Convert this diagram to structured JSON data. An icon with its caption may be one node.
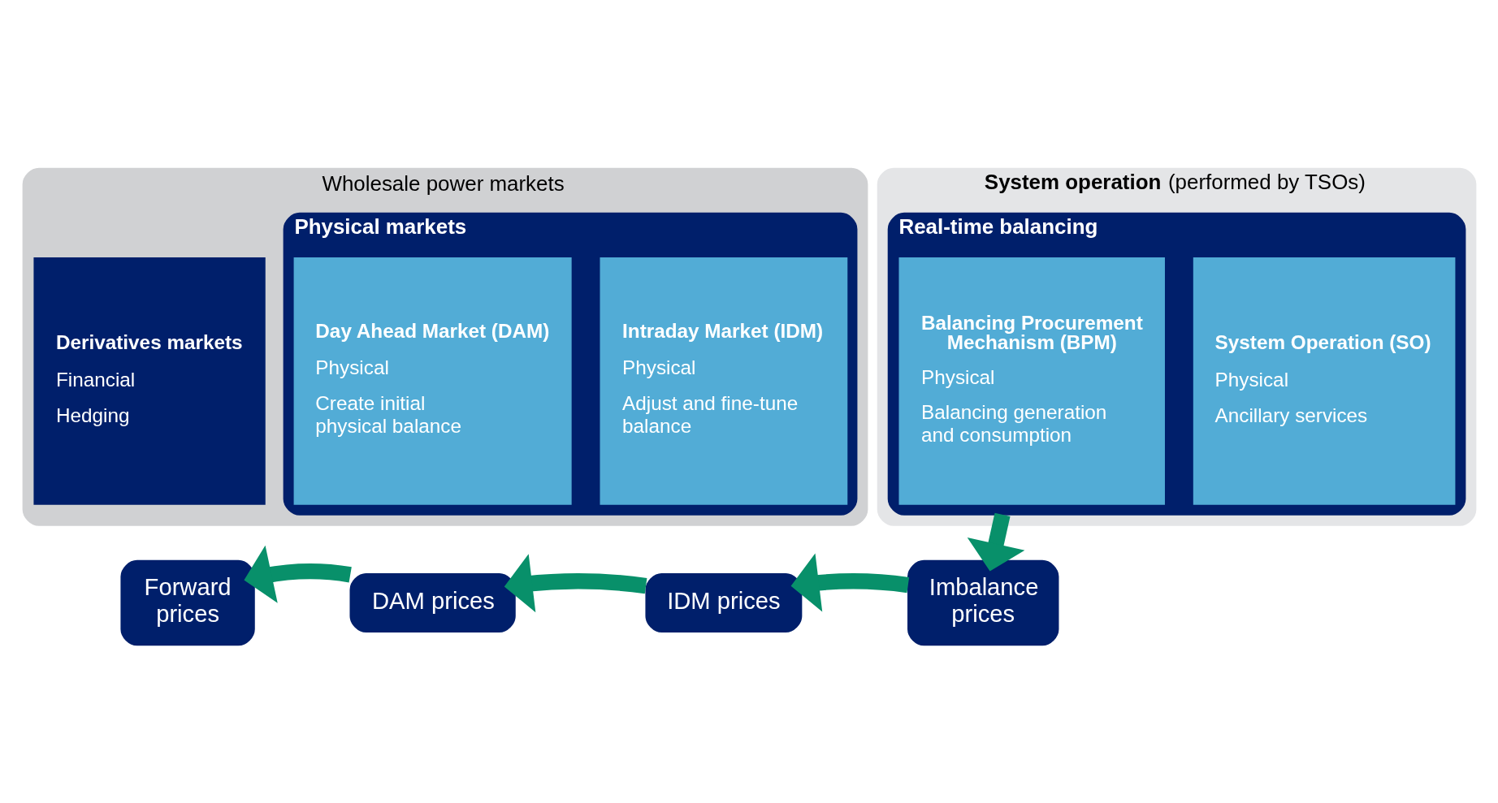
{
  "diagram": {
    "nodes": [
      {
        "text": [
          "Wholesale power markets"
        ]
      },
      {
        "text": [
          "Derivatives markets",
          "Financial",
          "Hedging"
        ],
        "in": 0
      },
      {
        "text": [
          "Physical markets"
        ],
        "in": 0
      },
      {
        "text": [
          "Day Ahead Market (DAM)",
          "Physical",
          "Create initial physical balance"
        ],
        "in": 2
      },
      {
        "text": [
          "Intraday Market (IDM)",
          "Physical",
          "Adjust and fine-tune balance"
        ],
        "in": 2
      },
      {
        "text": [
          "**System operation** (performed by TSOs)"
        ]
      },
      {
        "text": [
          "Real-time balancing"
        ],
        "in": 5
      },
      {
        "text": [
          "Balancing Procurement Mechanism (BPM)",
          "Physical",
          "Balancing generation and consumption"
        ],
        "in": 6
      },
      {
        "text": [
          "System Operation (SO)",
          "Physical",
          "Ancillary services"
        ],
        "in": 6
      },
      {
        "text": [
          "Forward prices"
        ]
      },
      {
        "text": [
          "DAM prices"
        ]
      },
      {
        "text": [
          "IDM prices"
        ]
      },
      {
        "text": [
          "Imbalance prices"
        ]
      }
    ],
    "edges": [
      {
        "from": 6,
        "to": 12,
        "arrow": "to"
      },
      {
        "from": 12,
        "to": 11,
        "arrow": "to"
      },
      {
        "from": 11,
        "to": 10,
        "arrow": "to"
      },
      {
        "from": 10,
        "to": 9,
        "arrow": "to"
      }
    ]
  }
}
